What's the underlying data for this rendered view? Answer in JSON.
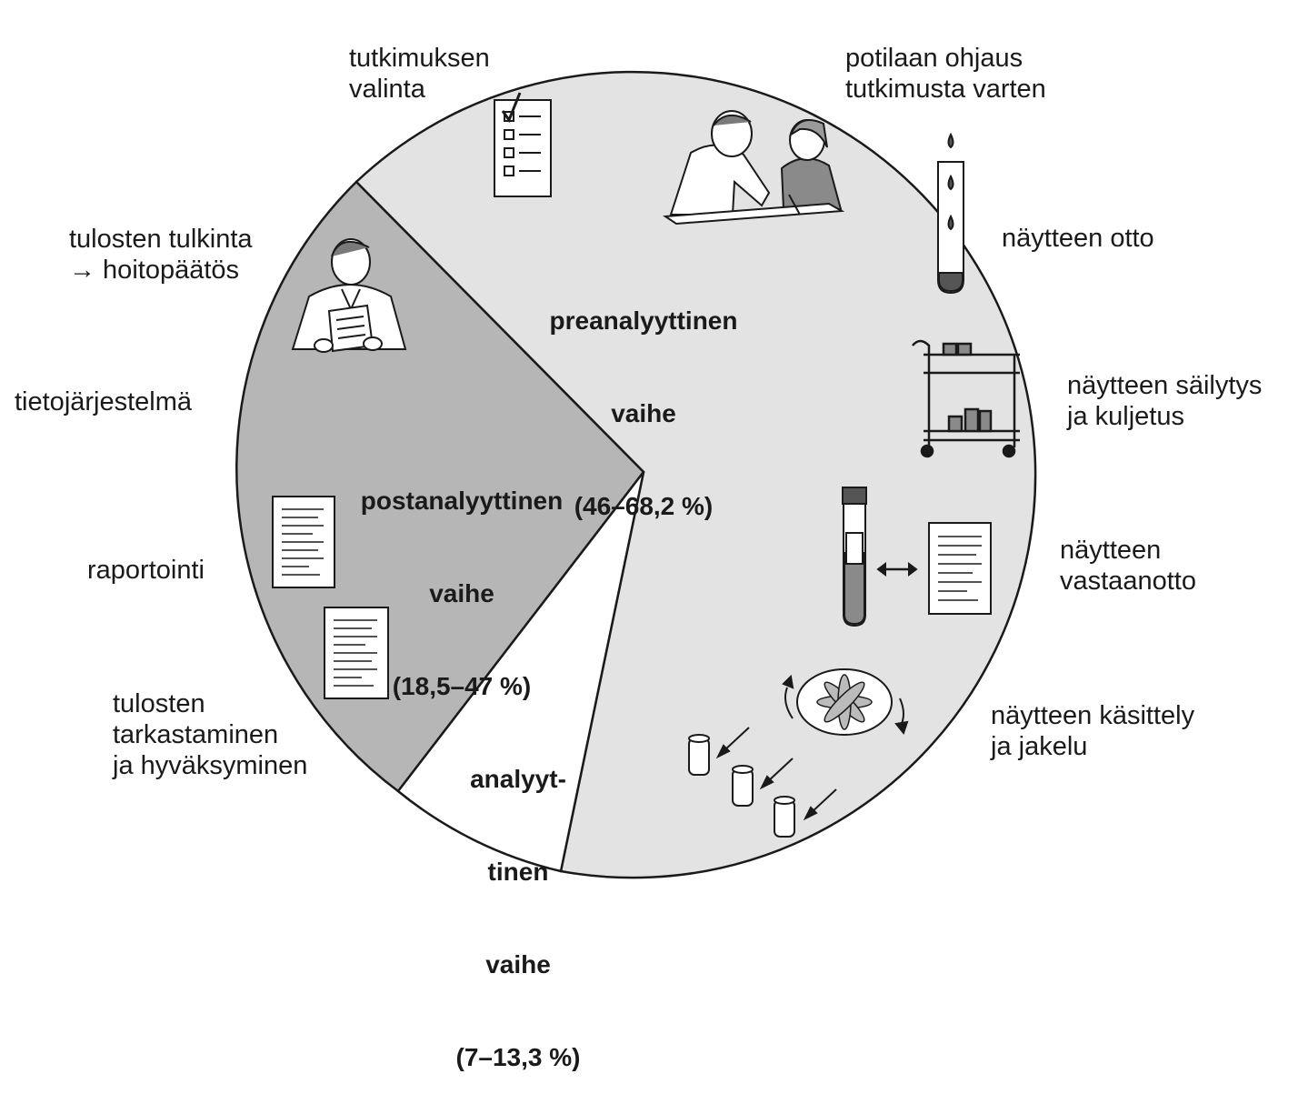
{
  "colors": {
    "preanalytical": "#e3e3e3",
    "postanalytical": "#b6b6b6",
    "analytical": "#ffffff",
    "outline": "#1a1a1a"
  },
  "phases": {
    "pre": {
      "line1": "preanalyyttinen",
      "line2": "vaihe",
      "line3": "(46–68,2 %)"
    },
    "post": {
      "line1": "postanalyyttinen",
      "line2": "vaihe",
      "line3": "(18,5–47 %)"
    },
    "ana": {
      "line1": "analyyt-",
      "line2": "tinen",
      "line3": "vaihe",
      "line4": "(7–13,3 %)"
    }
  },
  "steps": {
    "tutkimuksen_valinta": "tutkimuksen\nvalinta",
    "potilaan_ohjaus": "potilaan ohjaus\ntutkimusta varten",
    "naytteen_otto": "näytteen otto",
    "sailytys": "näytteen säilytys\nja kuljetus",
    "vastaanotto": "näytteen\nvastaanotto",
    "kasittely": "näytteen käsittely\nja jakelu",
    "tarkastaminen": "tulosten\ntarkastaminen\nja hyväksyminen",
    "raportointi": "raportointi",
    "tietojarjestelma": "tietojärjestelmä",
    "tulkinta": "tulosten tulkinta\n→ hoitopäätös"
  },
  "icons": [
    "checklist-icon",
    "doctor-patient-icon",
    "test-tube-drops-icon",
    "cart-icon",
    "tube-document-icon",
    "centrifuge-cups-icon",
    "doctor-reading-icon",
    "report-document-icon"
  ]
}
